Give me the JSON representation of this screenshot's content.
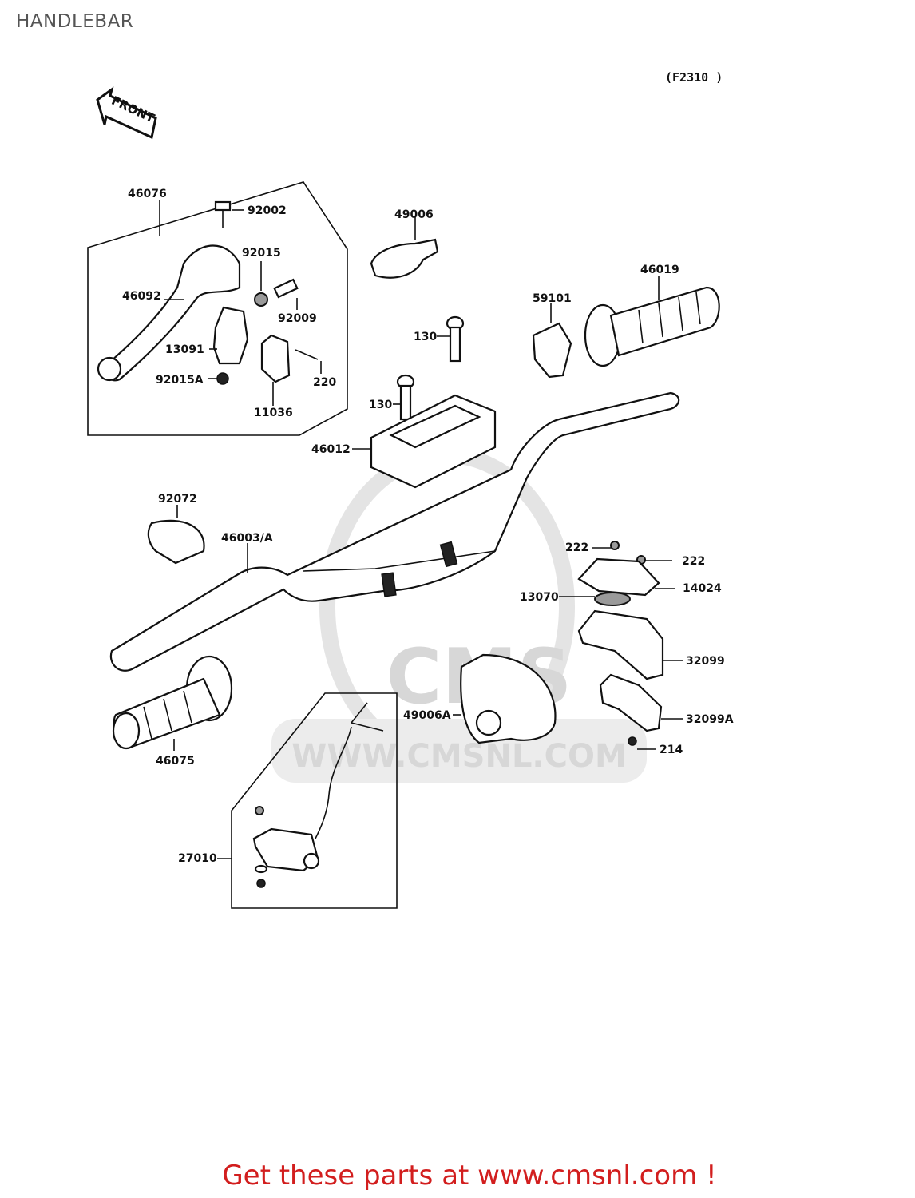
{
  "page": {
    "title": "HANDLEBAR",
    "figure_code": "(F2310 )",
    "front_label": "FRONT",
    "footer": "Get these parts at www.cmsnl.com !"
  },
  "watermark": {
    "text": "WWW.CMSNL.COM",
    "brand": "CMS"
  },
  "parts": {
    "p46076": "46076",
    "p92002": "92002",
    "p92015": "92015",
    "p92009": "92009",
    "p46092": "46092",
    "p13091": "13091",
    "p92015a": "92015A",
    "p220": "220",
    "p11036": "11036",
    "p49006": "49006",
    "p46019": "46019",
    "p59101": "59101",
    "p130a": "130",
    "p130b": "130",
    "p46012": "46012",
    "p92072": "92072",
    "p46003a": "46003/A",
    "p222a": "222",
    "p222b": "222",
    "p14024": "14024",
    "p13070": "13070",
    "p32099": "32099",
    "p49006a": "49006A",
    "p32099a": "32099A",
    "p214": "214",
    "p46075": "46075",
    "p27010": "27010"
  },
  "colors": {
    "footer_text": "#d21e1e",
    "line_art": "#111111",
    "watermark": "#d7d7d7"
  }
}
